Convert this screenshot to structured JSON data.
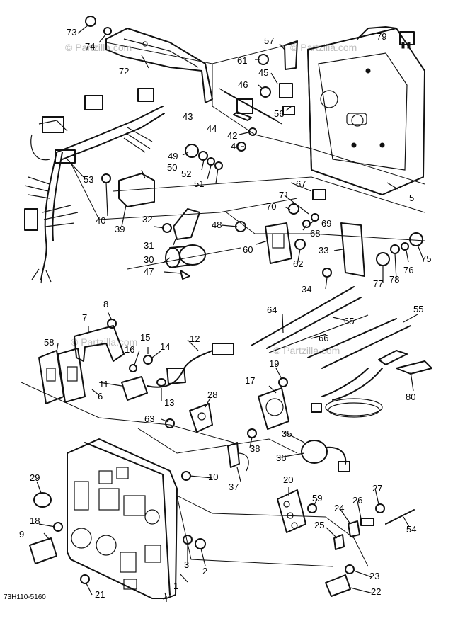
{
  "diagram_code": "73H110-5160",
  "watermark": "© Partzilla.com",
  "callouts": [
    "1",
    "2",
    "3",
    "4",
    "5",
    "6",
    "7",
    "8",
    "9",
    "10",
    "11",
    "12",
    "13",
    "14",
    "15",
    "16",
    "17",
    "18",
    "19",
    "20",
    "21",
    "22",
    "23",
    "24",
    "25",
    "26",
    "27",
    "28",
    "29",
    "30",
    "31",
    "32",
    "33",
    "34",
    "35",
    "36",
    "37",
    "38",
    "39",
    "40",
    "41",
    "42",
    "43",
    "44",
    "45",
    "46",
    "47",
    "48",
    "49",
    "50",
    "51",
    "52",
    "53",
    "54",
    "55",
    "56",
    "57",
    "58",
    "59",
    "60",
    "61",
    "62",
    "63",
    "64",
    "65",
    "66",
    "67",
    "68",
    "69",
    "70",
    "71",
    "72",
    "73",
    "74",
    "75",
    "76",
    "77",
    "78",
    "79",
    "80"
  ]
}
